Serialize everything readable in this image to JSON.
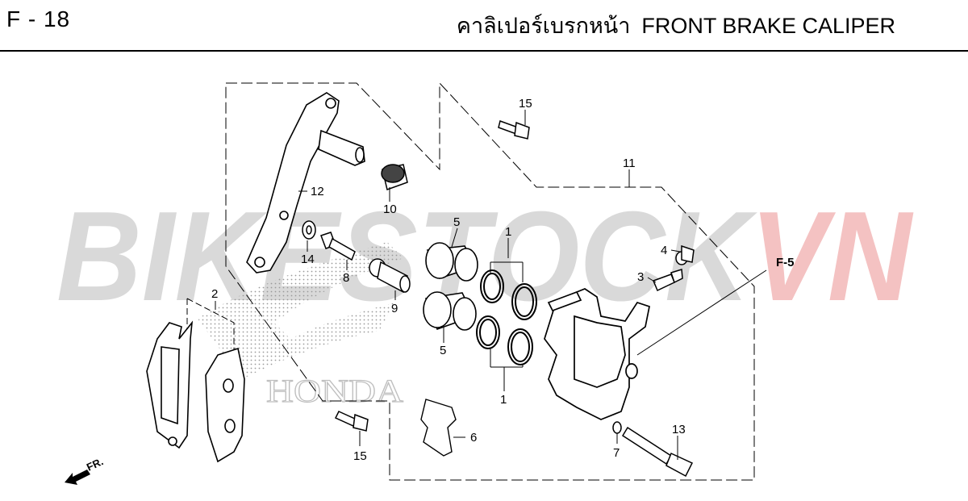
{
  "header": {
    "page_code": "F - 18",
    "title_thai": "คาลิเปอร์เบรกหน้า",
    "title_en": "FRONT BRAKE CALIPER"
  },
  "watermark": {
    "text_main": "BIKESTOCK",
    "text_accent": "VN",
    "brand_logo": "HONDA",
    "color_main": "#d9d9d9",
    "color_accent": "#f4c2c2"
  },
  "direction_marker": {
    "label": "FR."
  },
  "reference": {
    "label": "F-5"
  },
  "callouts": [
    {
      "id": "c-15a",
      "label": "15"
    },
    {
      "id": "c-11",
      "label": "11"
    },
    {
      "id": "c-12",
      "label": "12"
    },
    {
      "id": "c-10",
      "label": "10"
    },
    {
      "id": "c-5a",
      "label": "5"
    },
    {
      "id": "c-1a",
      "label": "1"
    },
    {
      "id": "c-4",
      "label": "4"
    },
    {
      "id": "c-3",
      "label": "3"
    },
    {
      "id": "c-14",
      "label": "14"
    },
    {
      "id": "c-8",
      "label": "8"
    },
    {
      "id": "c-9",
      "label": "9"
    },
    {
      "id": "c-2",
      "label": "2"
    },
    {
      "id": "c-5b",
      "label": "5"
    },
    {
      "id": "c-1b",
      "label": "1"
    },
    {
      "id": "c-6",
      "label": "6"
    },
    {
      "id": "c-15b",
      "label": "15"
    },
    {
      "id": "c-7",
      "label": "7"
    },
    {
      "id": "c-13",
      "label": "13"
    }
  ]
}
